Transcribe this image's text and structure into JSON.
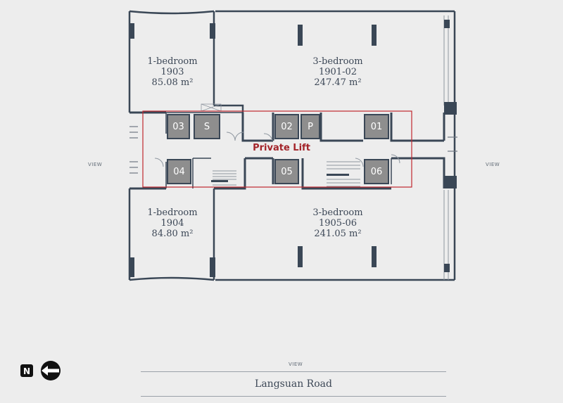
{
  "units": [
    {
      "type": "1-bedroom",
      "number": "1903",
      "area": "85.08 m²"
    },
    {
      "type": "3-bedroom",
      "number": "1901-02",
      "area": "247.47 m²"
    },
    {
      "type": "1-bedroom",
      "number": "1904",
      "area": "84.80 m²"
    },
    {
      "type": "3-bedroom",
      "number": "1905-06",
      "area": "241.05 m²"
    }
  ],
  "lifts": [
    "03",
    "S",
    "02",
    "P",
    "01",
    "04",
    "05",
    "06"
  ],
  "private_lift_label": "Private Lift",
  "view_labels": {
    "left": "VIEW",
    "right": "VIEW",
    "bottom": "VIEW"
  },
  "road_name": "Langsuan Road",
  "compass": {
    "letter": "N",
    "icon": "arrow-left-icon"
  },
  "colors": {
    "wall": "#3a4756",
    "lift": "#8e8e8e",
    "private_lift_box": "#c0282e",
    "background": "#ededed"
  }
}
